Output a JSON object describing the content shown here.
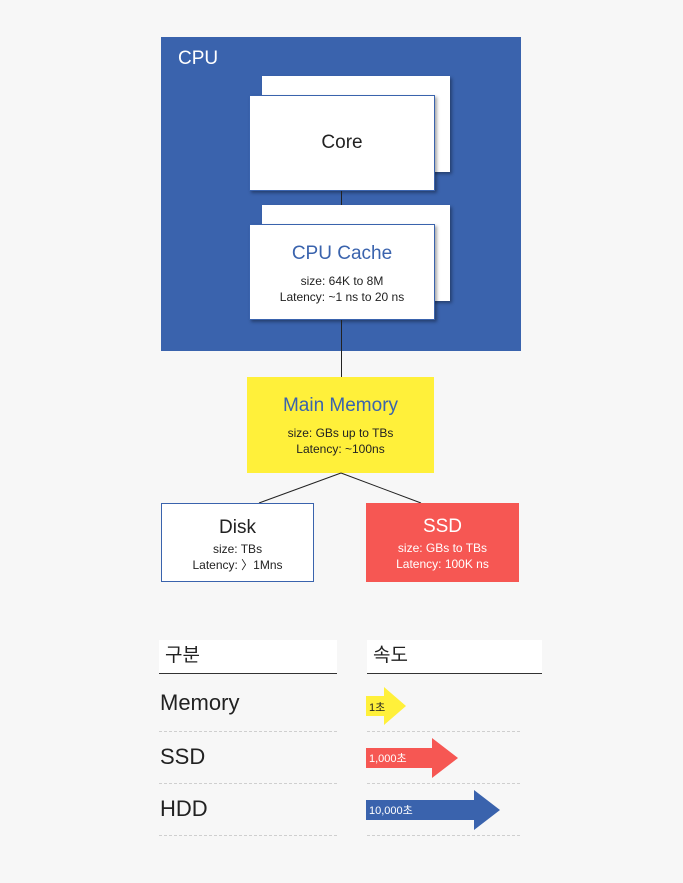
{
  "cpu": {
    "title": "CPU",
    "core": {
      "title": "Core"
    },
    "cache": {
      "title": "CPU Cache",
      "size": "size: 64K to 8M",
      "latency": "Latency: ~1 ns to 20 ns"
    }
  },
  "main_memory": {
    "title": "Main Memory",
    "size": "size: GBs up to TBs",
    "latency": "Latency: ~100ns"
  },
  "disk": {
    "title": "Disk",
    "size": "size: TBs",
    "latency": "Latency: 〉1Mns"
  },
  "ssd": {
    "title": "SSD",
    "size": "size: GBs to TBs",
    "latency": "Latency: 100K ns"
  },
  "table": {
    "headers": [
      "구분",
      "속도"
    ],
    "rows": [
      {
        "label": "Memory",
        "speed": "1초",
        "color": "#fff03a"
      },
      {
        "label": "SSD",
        "speed": "1,000초",
        "color": "#f65753"
      },
      {
        "label": "HDD",
        "speed": "10,000초",
        "color": "#3a63ad"
      }
    ]
  },
  "colors": {
    "cpu_blue": "#3a63ad",
    "memory_yellow": "#fff03a",
    "ssd_red": "#f65753"
  }
}
